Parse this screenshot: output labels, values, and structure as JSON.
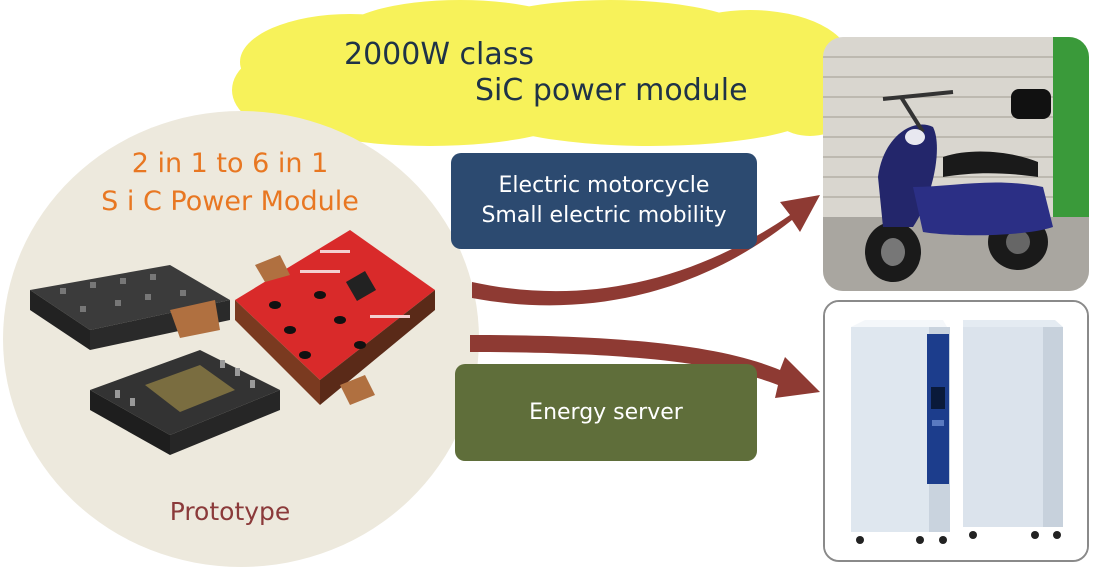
{
  "cloud": {
    "line1": "2000W class",
    "line2": "SiC power module"
  },
  "module_panel": {
    "title_line1": "2 in 1 to 6 in 1",
    "title_line2": "S i C Power Module",
    "caption": "Prototype"
  },
  "applications": [
    {
      "label_line1": "Electric motorcycle",
      "label_line2": "Small electric mobility"
    },
    {
      "label": "Energy server"
    }
  ],
  "colors": {
    "cloud": "#f7f25a",
    "circle": "#ede9dd",
    "title": "#e87722",
    "box_moto": "#2c4a70",
    "box_energy": "#5f6e3a",
    "arrow": "#8e3a33"
  }
}
